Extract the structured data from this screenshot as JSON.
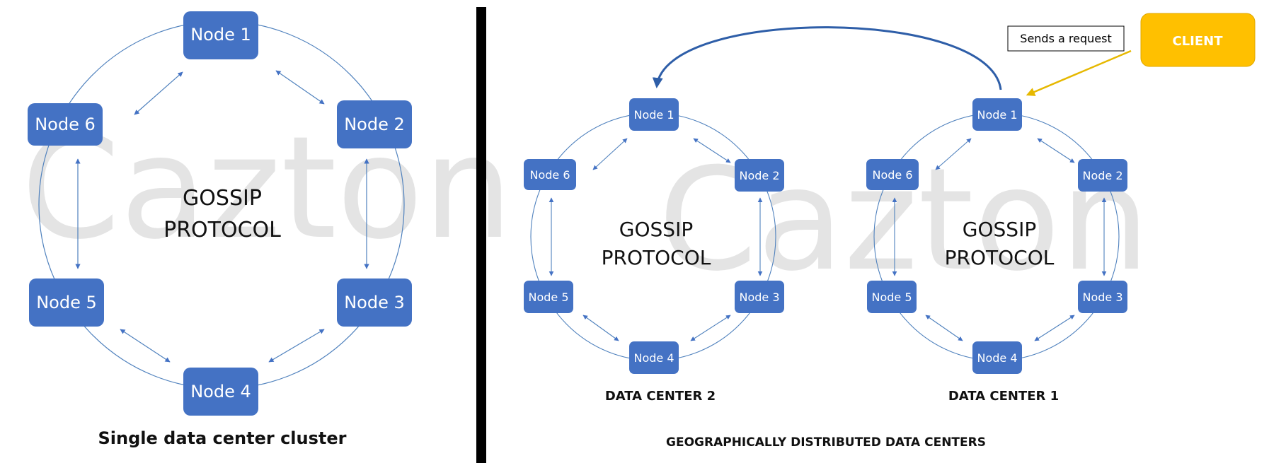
{
  "watermark": "Cazton",
  "colors": {
    "node_fill": "#4472c4",
    "node_text": "#ffffff",
    "ring_line": "#4f81bd",
    "client_fill": "#ffc000",
    "client_arrow": "#e6b800",
    "divider": "#000000"
  },
  "left_cluster": {
    "nodes": [
      "Node 1",
      "Node 2",
      "Node 3",
      "Node 4",
      "Node 5",
      "Node 6"
    ],
    "center_line1": "GOSSIP",
    "center_line2": "PROTOCOL",
    "caption": "Single data center cluster"
  },
  "data_center_2": {
    "nodes": [
      "Node 1",
      "Node 2",
      "Node 3",
      "Node 4",
      "Node 5",
      "Node 6"
    ],
    "center_line1": "GOSSIP",
    "center_line2": "PROTOCOL",
    "caption": "DATA CENTER 2"
  },
  "data_center_1": {
    "nodes": [
      "Node 1",
      "Node 2",
      "Node 3",
      "Node 4",
      "Node 5",
      "Node 6"
    ],
    "center_line1": "GOSSIP",
    "center_line2": "PROTOCOL",
    "caption": "DATA CENTER 1"
  },
  "right_caption": "GEOGRAPHICALLY DISTRIBUTED DATA CENTERS",
  "client": {
    "label": "CLIENT",
    "request_label": "Sends a request"
  }
}
